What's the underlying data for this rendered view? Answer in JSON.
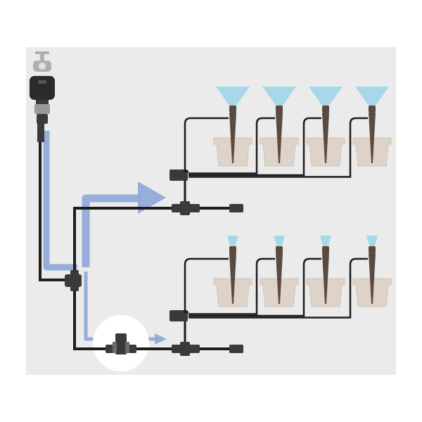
{
  "diagram": {
    "title": "",
    "colors": {
      "page": "#ffffff",
      "panel": "#ebebeb",
      "hose": "#1d1d1d",
      "flow_arrow": "#8ea6d8",
      "pot": "#ddd3c8",
      "pot_rim": "#cfc3b6",
      "stake": "#5b4a3e",
      "spray": "#9dd3ea",
      "connector": "#3a3a3a",
      "timer": "#2b2b2b",
      "tap": "#b0b0b0",
      "highlight": "#ffffff"
    },
    "components": [
      {
        "id": "tap",
        "icon": "faucet-icon"
      },
      {
        "id": "timer",
        "icon": "water-timer-icon"
      },
      {
        "id": "main-hose",
        "icon": "hose-icon"
      },
      {
        "id": "t-connector",
        "icon": "t-connector-icon"
      },
      {
        "id": "branch-upper",
        "icon": "hose-icon"
      },
      {
        "id": "branch-lower",
        "icon": "hose-icon"
      },
      {
        "id": "distributor-upper",
        "icon": "distributor-icon"
      },
      {
        "id": "distributor-lower",
        "icon": "distributor-icon"
      },
      {
        "id": "end-plug-upper",
        "icon": "end-plug-icon"
      },
      {
        "id": "end-plug-lower",
        "icon": "end-plug-icon"
      },
      {
        "id": "highlight-connector",
        "icon": "magnifier-circle-icon"
      }
    ],
    "rows": [
      {
        "id": "upper",
        "spray": "wide",
        "pots": 4
      },
      {
        "id": "lower",
        "spray": "narrow",
        "pots": 4
      }
    ]
  }
}
